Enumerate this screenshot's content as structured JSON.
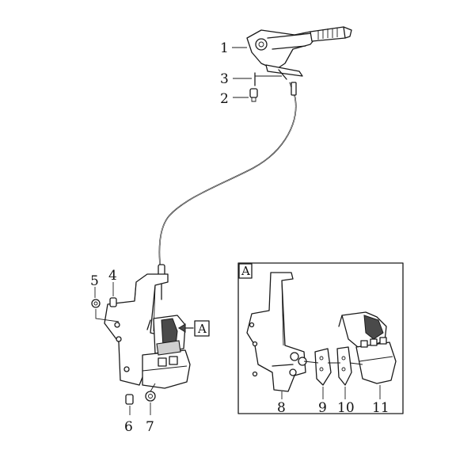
{
  "callouts": {
    "c1": "1",
    "c2": "2",
    "c3": "3",
    "c4": "4",
    "c5": "5",
    "c6": "6",
    "c7": "7",
    "c8": "8",
    "c9": "9",
    "c10": "10",
    "c11": "11"
  },
  "tags": {
    "detail_ref": "A",
    "inset_title": "A"
  }
}
